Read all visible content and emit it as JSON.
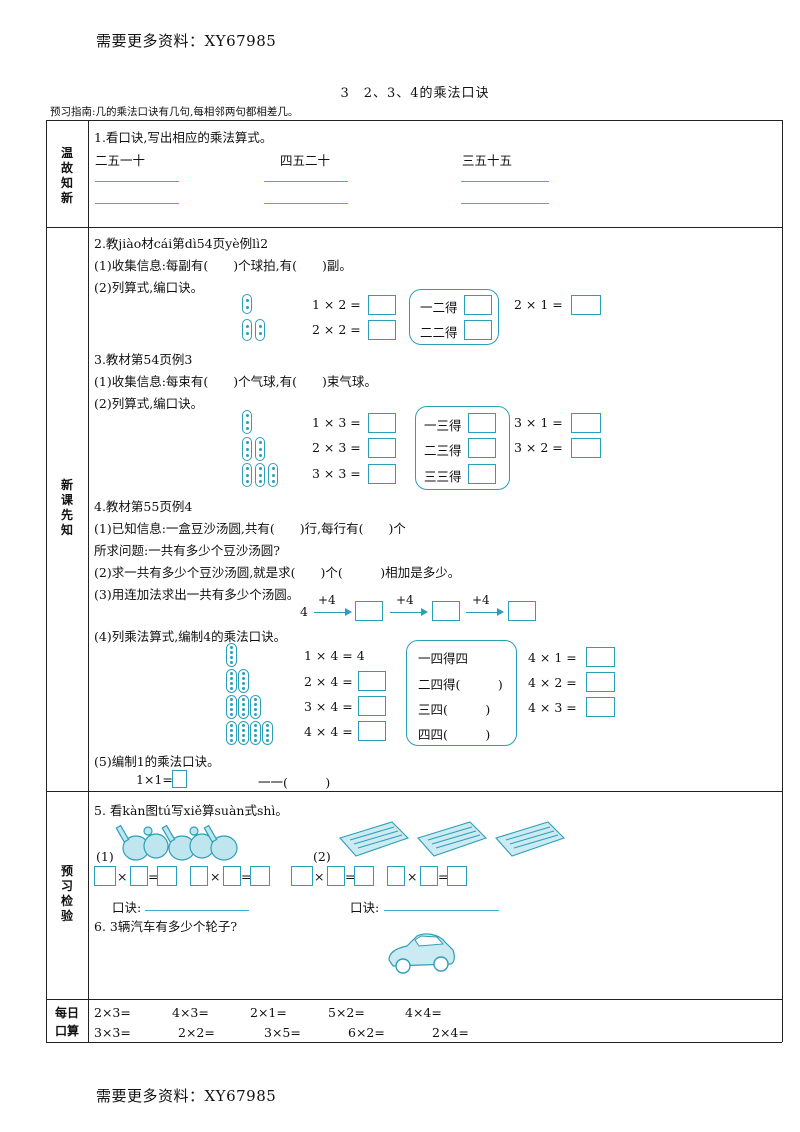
{
  "header_note": "需要更多资料：XY67985",
  "footer_note": "需要更多资料：XY67985",
  "title": "3　2、3、4的乘法口诀",
  "guide": "预习指南:几的乘法口诀有几句,每相邻两句都相差几。",
  "sections": {
    "review": "温故知新",
    "new": "新课先知",
    "check": "预习检验",
    "daily": "每日口算"
  },
  "q1": {
    "prompt": "1.看口诀,写出相应的乘法算式。",
    "items": [
      "二五一十",
      "四五二十",
      "三五十五"
    ]
  },
  "q2": {
    "prompt": "2.教jiào材cái第dì54页yè例lì2",
    "p1": "(1)收集信息:每副有(　　)个球拍,有(　　)副。",
    "p2": "(2)列算式,编口诀。",
    "eq1": "1 × 2 =",
    "eq2": "2 × 2 =",
    "k1": "一二得",
    "k2": "二二得",
    "r1": "2 × 1 ="
  },
  "q3": {
    "prompt": "3.教材第54页例3",
    "p1": "(1)收集信息:每束有(　　)个气球,有(　　)束气球。",
    "p2": "(2)列算式,编口诀。",
    "eq1": "1 × 3 =",
    "eq2": "2 × 3 =",
    "eq3": "3 × 3 =",
    "k1": "一三得",
    "k2": "二三得",
    "k3": "三三得",
    "r1": "3 × 1 =",
    "r2": "3 × 2 ="
  },
  "q4": {
    "prompt": "4.教材第55页例4",
    "p1": "(1)已知信息:一盒豆沙汤圆,共有(　　)行,每行有(　　)个",
    "p1b": "所求问题:一共有多少个豆沙汤圆?",
    "p2": "(2)求一共有多少个豆沙汤圆,就是求(　　)个(　　　)相加是多少。",
    "p3": "(3)用连加法求出一共有多少个汤圆。",
    "start": "4",
    "plus": "+4",
    "p4": "(4)列乘法算式,编制4的乘法口诀。",
    "eq1": "1 × 4 = 4",
    "eq2": "2 × 4 =",
    "eq3": "3 × 4 =",
    "eq4": "4 × 4 =",
    "k1": "一四得四",
    "k2": "二四得(　　　)",
    "k3": "三四(　　　)",
    "k4": "四四(　　　)",
    "r1": "4 × 1 =",
    "r2": "4 × 2 =",
    "r3": "4 × 3 =",
    "p5": "(5)编制1的乘法口诀。",
    "one_eq": "1×1=",
    "one_k": "一一(　　　)"
  },
  "q5": {
    "prompt": "5. 看kàn图tú写xiě算suàn式shì。",
    "label1": "(1)",
    "label2": "(2)",
    "times": "×",
    "equals": "=",
    "mnemonic": "口诀:"
  },
  "q6": {
    "prompt": "6. 3辆汽车有多少个轮子?"
  },
  "daily": {
    "row1": [
      "2×3=",
      "4×3=",
      "2×1=",
      "5×2=",
      "4×4="
    ],
    "row2": [
      "3×3=",
      "2×2=",
      "3×5=",
      "6×2=",
      "2×4="
    ]
  },
  "colors": {
    "accent": "#2b9fb8",
    "line": "#39b3cf"
  }
}
